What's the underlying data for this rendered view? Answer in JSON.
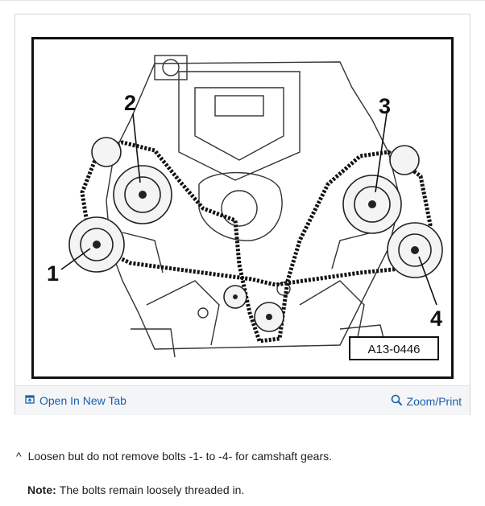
{
  "figure": {
    "callouts": [
      "1",
      "2",
      "3",
      "4"
    ],
    "figure_code": "A13-0446"
  },
  "toolbar": {
    "open_tab_label": "Open In New Tab",
    "open_tab_icon": "open-in-new-tab-icon",
    "zoom_print_label": "Zoom/Print",
    "zoom_icon": "magnifier-icon",
    "link_color": "#1b5fab"
  },
  "instructions": {
    "marker": "^",
    "step": "Loosen but do not remove bolts -1- to -4- for camshaft gears.",
    "note_label": "Note:",
    "note_text": "The bolts remain loosely threaded in."
  }
}
